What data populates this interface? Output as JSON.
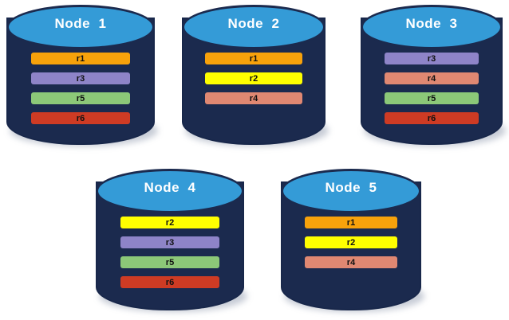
{
  "diagram": {
    "type": "database-replication-placement",
    "background": "#ffffff",
    "cylinder_colors": {
      "top_ellipse": "#349bd7",
      "body": "#1b2a4e",
      "border": "#18274a",
      "title_text": "#ffffff"
    },
    "replica_palette": {
      "r1": "#f7a20b",
      "r2": "#ffff00",
      "r3": "#8e84c8",
      "r4": "#e08872",
      "r5": "#8cc878",
      "r6": "#ce3b24"
    },
    "nodes": [
      {
        "id": "node-1",
        "title": "Node  1",
        "replicas": [
          {
            "label": "r1",
            "color": "#f7a20b"
          },
          {
            "label": "r3",
            "color": "#8e84c8"
          },
          {
            "label": "r5",
            "color": "#8cc878"
          },
          {
            "label": "r6",
            "color": "#ce3b24"
          }
        ]
      },
      {
        "id": "node-2",
        "title": "Node  2",
        "replicas": [
          {
            "label": "r1",
            "color": "#f7a20b"
          },
          {
            "label": "r2",
            "color": "#ffff00"
          },
          {
            "label": "r4",
            "color": "#e08872"
          }
        ]
      },
      {
        "id": "node-3",
        "title": "Node  3",
        "replicas": [
          {
            "label": "r3",
            "color": "#8e84c8"
          },
          {
            "label": "r4",
            "color": "#e08872"
          },
          {
            "label": "r5",
            "color": "#8cc878"
          },
          {
            "label": "r6",
            "color": "#ce3b24"
          }
        ]
      },
      {
        "id": "node-4",
        "title": "Node  4",
        "replicas": [
          {
            "label": "r2",
            "color": "#ffff00"
          },
          {
            "label": "r3",
            "color": "#8e84c8"
          },
          {
            "label": "r5",
            "color": "#8cc878"
          },
          {
            "label": "r6",
            "color": "#ce3b24"
          }
        ]
      },
      {
        "id": "node-5",
        "title": "Node  5",
        "replicas": [
          {
            "label": "r1",
            "color": "#f7a20b"
          },
          {
            "label": "r2",
            "color": "#ffff00"
          },
          {
            "label": "r4",
            "color": "#e08872"
          }
        ]
      }
    ]
  }
}
